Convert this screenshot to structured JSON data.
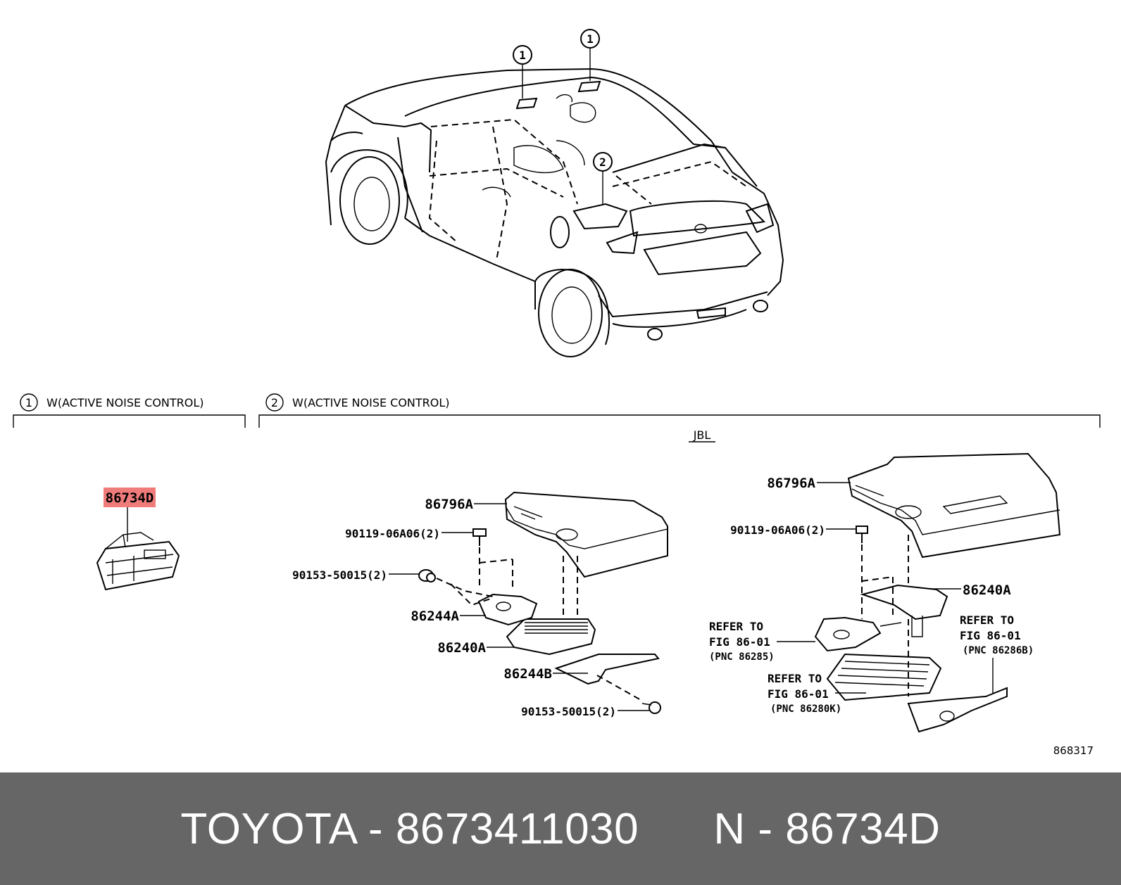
{
  "sections": [
    {
      "number": "1",
      "title": "W(ACTIVE NOISE CONTROL)"
    },
    {
      "number": "2",
      "title": "W(ACTIVE NOISE CONTROL)",
      "sub": "JBL"
    }
  ],
  "callouts": [
    "1",
    "1",
    "2"
  ],
  "parts": {
    "highlight": "86734D",
    "left_assembly": {
      "cover": "86796A",
      "bolt": "90119-06A06(2)",
      "screw_a": "90153-50015(2)",
      "bracket_a": "86244A",
      "amplifier": "86240A",
      "bracket_b": "86244B",
      "screw_b": "90153-50015(2)"
    },
    "right_assembly": {
      "cover": "86796A",
      "bolt": "90119-06A06(2)",
      "amplifier": "86240A",
      "ref1": [
        "REFER TO",
        "FIG 86-01",
        "(PNC 86285)"
      ],
      "ref2": [
        "REFER TO",
        "FIG 86-01",
        "(PNC 86286B)"
      ],
      "ref3": [
        "REFER TO",
        "FIG 86-01",
        "(PNC 86280K)"
      ]
    }
  },
  "figure_code": "868317",
  "footer": {
    "text": "TOYOTA - 8673411030      N - 86734D"
  },
  "colors": {
    "highlight": "#f07b7b",
    "footer_bg": "#666666",
    "footer_fg": "#ffffff"
  }
}
